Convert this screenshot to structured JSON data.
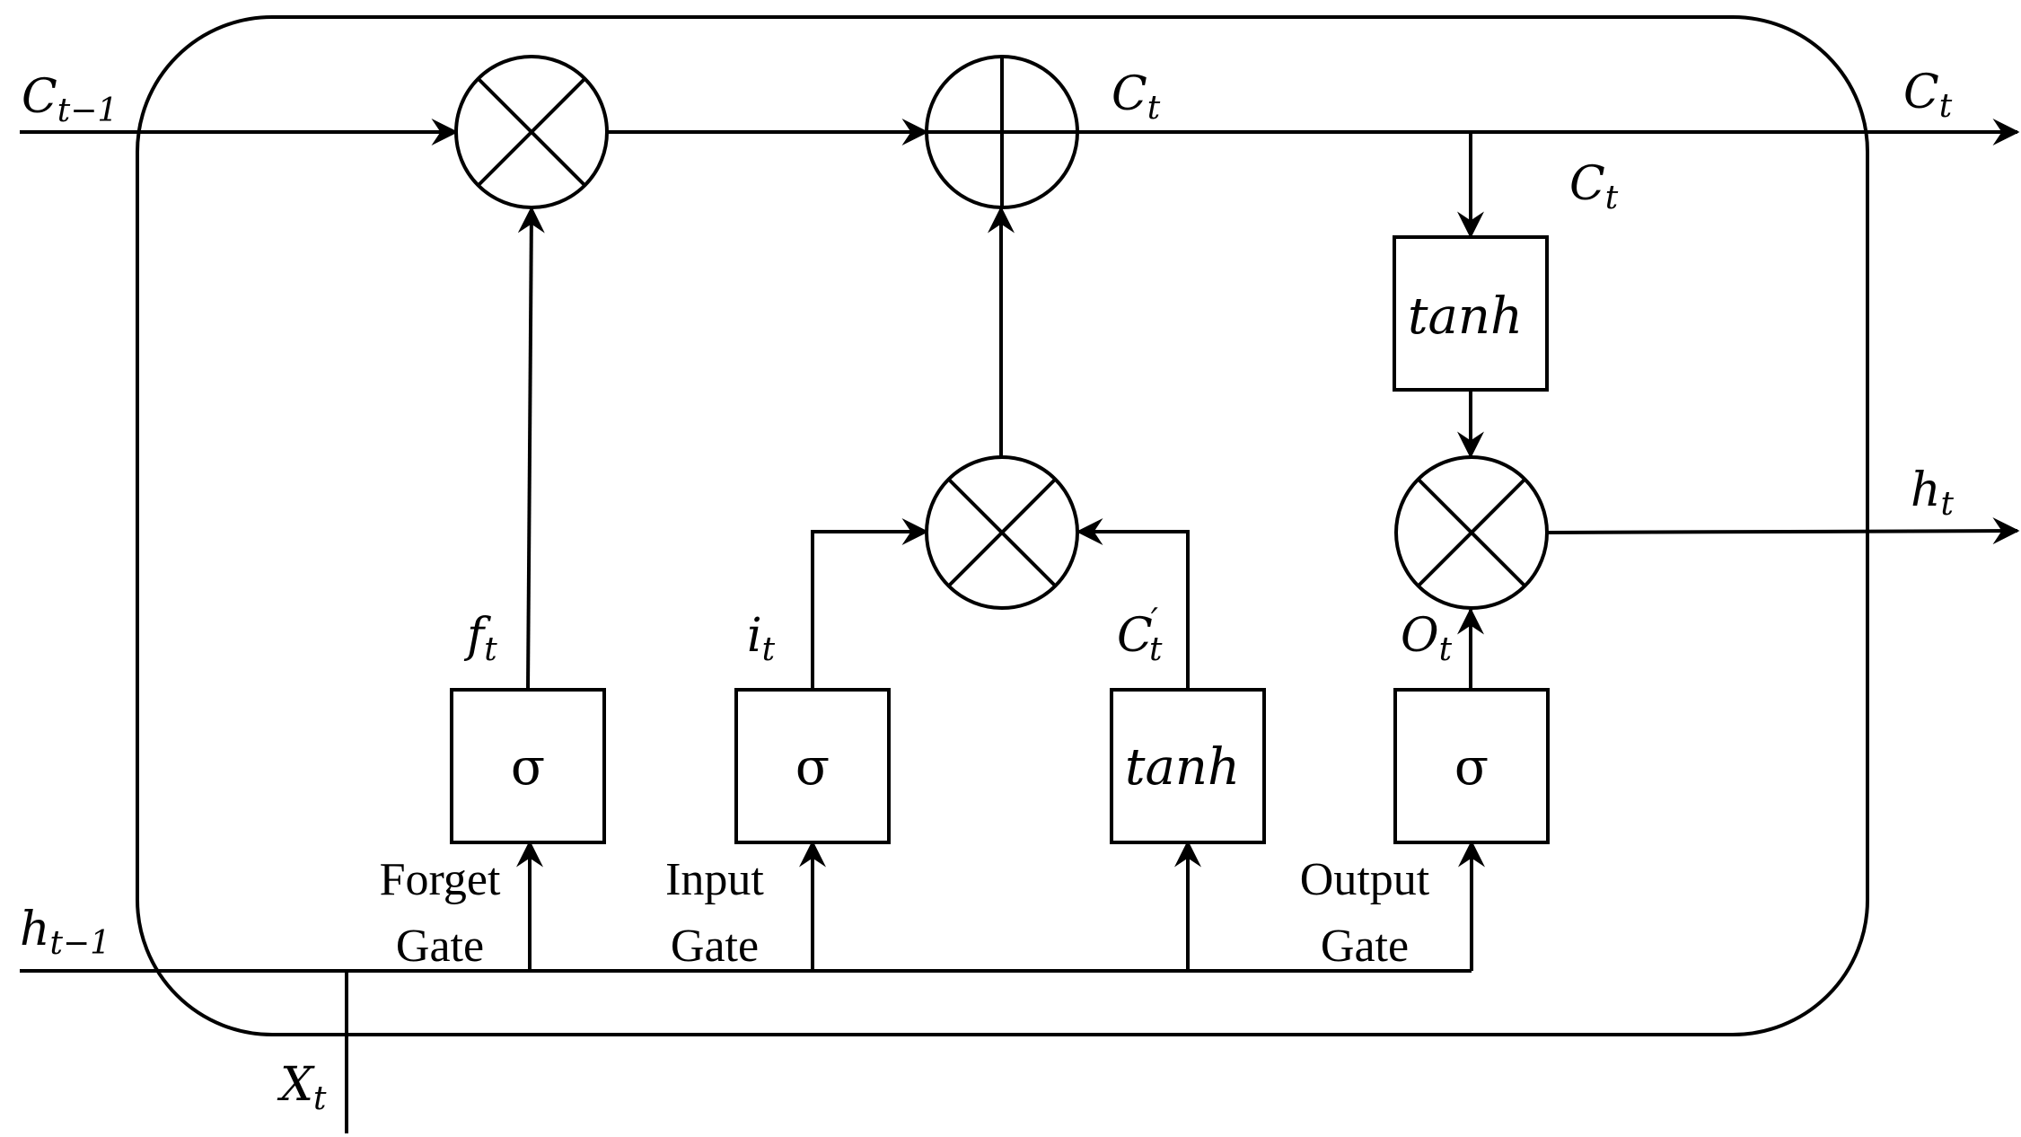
{
  "labels": {
    "c_prev": {
      "base": "C",
      "sub": "t−1"
    },
    "c_mid": {
      "base": "C",
      "sub": "t"
    },
    "c_out": {
      "base": "C",
      "sub": "t"
    },
    "c_down": {
      "base": "C",
      "sub": "t"
    },
    "h_out": {
      "base": "h",
      "sub": "t"
    },
    "h_prev": {
      "base": "h",
      "sub": "t−1"
    },
    "x_in": {
      "base": "X",
      "sub": "t"
    },
    "f_t": {
      "base": "f",
      "sub": "t"
    },
    "i_t": {
      "base": "i",
      "sub": "t"
    },
    "c_cand": {
      "base": "C",
      "sub": "t",
      "sup": "′"
    },
    "o_t": {
      "base": "O",
      "sub": "t"
    }
  },
  "gates": {
    "forget": [
      "Forget",
      "Gate"
    ],
    "input": [
      "Input",
      "Gate"
    ],
    "output": [
      "Output",
      "Gate"
    ]
  },
  "boxes": {
    "forget_sigma": "σ",
    "input_sigma": "σ",
    "candidate_tanh": "tanh",
    "output_sigma": "σ",
    "cell_tanh": "tanh"
  }
}
